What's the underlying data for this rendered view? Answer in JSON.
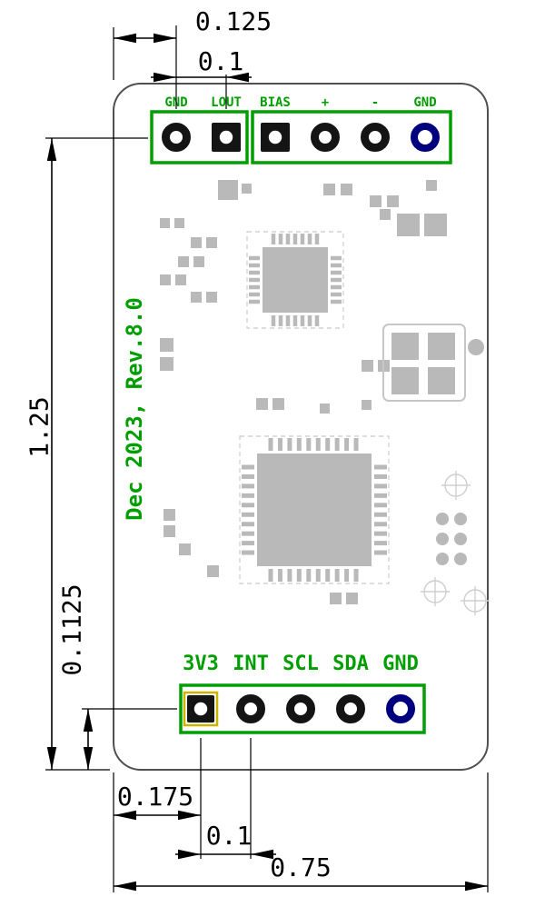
{
  "drawing": {
    "revision_note": "Dec 2023, Rev.8.0"
  },
  "colors": {
    "annotation_green": "#009e00",
    "silkscreen_gray": "#b9b9b9",
    "gnd_pin_navy": "#00007e",
    "pad_black": "#141414",
    "highlight_yellow": "#c9b400",
    "dimension_black": "#000000",
    "board_outline_gray": "#4f4f4f"
  },
  "top_header": {
    "pin_labels": [
      "GND",
      "LOUT",
      "BIAS",
      "+",
      "-",
      "GND"
    ]
  },
  "bottom_header": {
    "pin_labels": [
      "3V3",
      "INT",
      "SCL",
      "SDA",
      "GND"
    ]
  },
  "dimensions": {
    "top_left_offset_in": "0.125",
    "top_pin_pitch_in": "0.1",
    "vertical_span_in": "1.25",
    "bottom_edge_offset_in": "0.1125",
    "bottom_left_offset_in": "0.175",
    "bottom_pin_pitch_in": "0.1",
    "board_width_in": "0.75"
  }
}
